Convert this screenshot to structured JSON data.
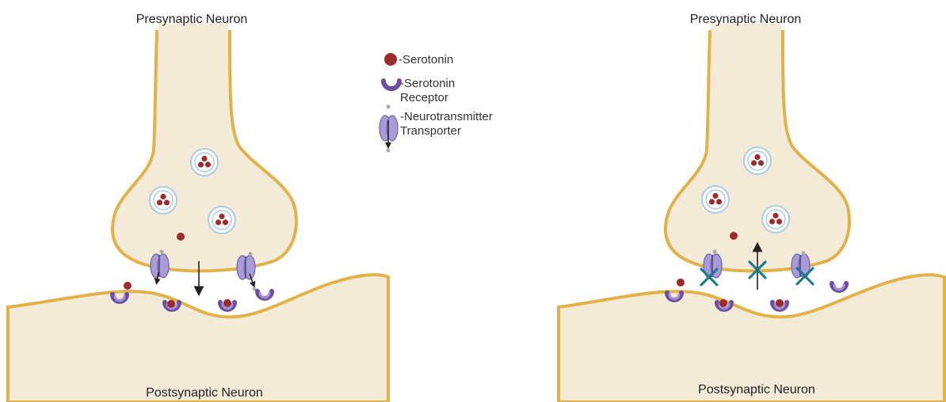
{
  "labels": {
    "left_top": "Presynaptic Neuron",
    "left_bottom": "Postsynaptic Neuron",
    "right_top": "Presynaptic Neuron",
    "right_bottom": "Postsynaptic Neuron"
  },
  "legend": {
    "serotonin": "-Serotonin",
    "receptor_line1": "-Serotonin",
    "receptor_line2": "Receptor",
    "transporter_line1": "-Neurotransmitter",
    "transporter_line2": "Transporter"
  },
  "colors": {
    "cell_fill": "#f4ead8",
    "membrane": "#e2b24a",
    "serotonin": "#9e2a2b",
    "receptor": "#6b4f9e",
    "transporter": "#a99bd8",
    "block_mark": "#1f7b8c"
  },
  "icons": [
    "serotonin-icon",
    "receptor-icon",
    "transporter-icon",
    "vesicle-icon",
    "block-x-icon",
    "arrow-icon"
  ]
}
